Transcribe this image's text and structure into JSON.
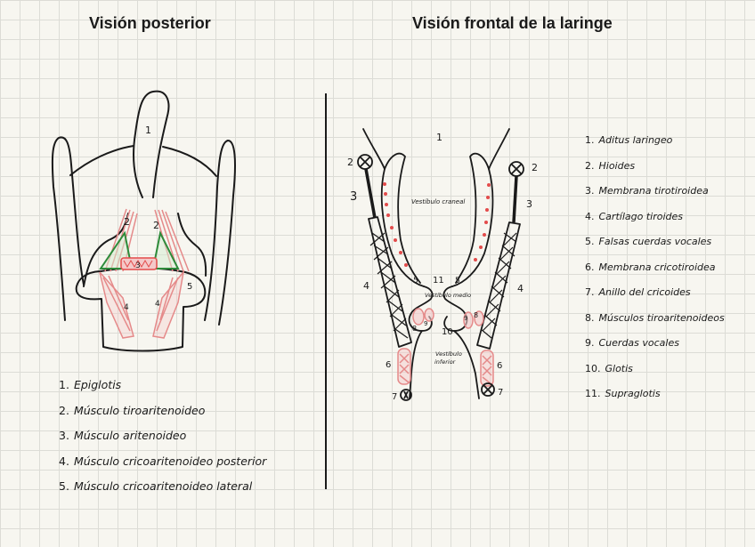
{
  "titles": {
    "posterior": "Visión posterior",
    "frontal": "Visión frontal de la laringe"
  },
  "colors": {
    "ink": "#1a1a1a",
    "muscle": "#e58a8a",
    "muscle_fill": "#f4c9c9",
    "aritenoid": "#2e8b3a",
    "dot": "#e34b4b"
  },
  "posterior_labels": {
    "epiglotis": "1",
    "tiro_left": "2",
    "tiro_right": "2",
    "aritenoideo": "3",
    "cricoarit_post_left": "4",
    "cricoarit_post_right": "4",
    "cricoarit_lat": "5"
  },
  "frontal_labels": {
    "aditus": "1",
    "hioides_left": "2",
    "hioides_right": "2",
    "membrana_left": "3",
    "membrana_right": "3",
    "tiroides_left": "4",
    "tiroides_right": "4",
    "falsas_left": "5",
    "falsas_right": "5",
    "crico_left": "6",
    "crico_right": "6",
    "anillo_left": "7",
    "anillo_right": "7",
    "tiroarit_left": "8",
    "tiroarit_right": "8",
    "cuerdas_left": "9",
    "cuerdas_right": "9",
    "glotis": "10",
    "supraglotis": "11",
    "vestibulo_craneal": "Vestíbulo craneal",
    "vestibulo_medio": "Vestíbulo medio",
    "vestibulo_inferior_1": "Vestíbulo",
    "vestibulo_inferior_2": "inferior"
  },
  "legend_posterior": [
    {
      "num": "1.",
      "text": "Epiglotis"
    },
    {
      "num": "2.",
      "text": "Músculo tiroaritenoideo"
    },
    {
      "num": "3.",
      "text": "Músculo aritenoideo"
    },
    {
      "num": "4.",
      "text": "Músculo cricoaritenoideo posterior"
    },
    {
      "num": "5.",
      "text": "Músculo cricoaritenoideo lateral"
    }
  ],
  "legend_frontal": [
    {
      "num": "1.",
      "text": "Aditus laringeo"
    },
    {
      "num": "2.",
      "text": "Hioides"
    },
    {
      "num": "3.",
      "text": "Membrana tirotiroidea"
    },
    {
      "num": "4.",
      "text": "Cartílago tiroides"
    },
    {
      "num": "5.",
      "text": "Falsas cuerdas vocales"
    },
    {
      "num": "6.",
      "text": "Membrana cricotiroidea"
    },
    {
      "num": "7.",
      "text": "Anillo del cricoides"
    },
    {
      "num": "8.",
      "text": "Músculos tiroaritenoideos"
    },
    {
      "num": "9.",
      "text": "Cuerdas vocales"
    },
    {
      "num": "10.",
      "text": "Glotis"
    },
    {
      "num": "11.",
      "text": "Supraglotis"
    }
  ]
}
